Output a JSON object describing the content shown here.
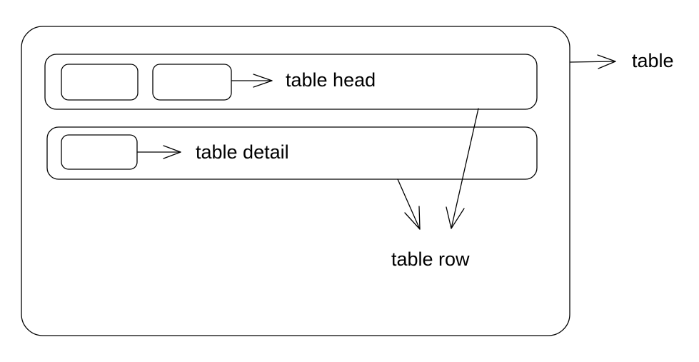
{
  "labels": {
    "table": "table",
    "table_head": "table head",
    "table_detail": "table detail",
    "table_row": "table row"
  },
  "colors": {
    "stroke": "#000000",
    "background": "#ffffff"
  }
}
